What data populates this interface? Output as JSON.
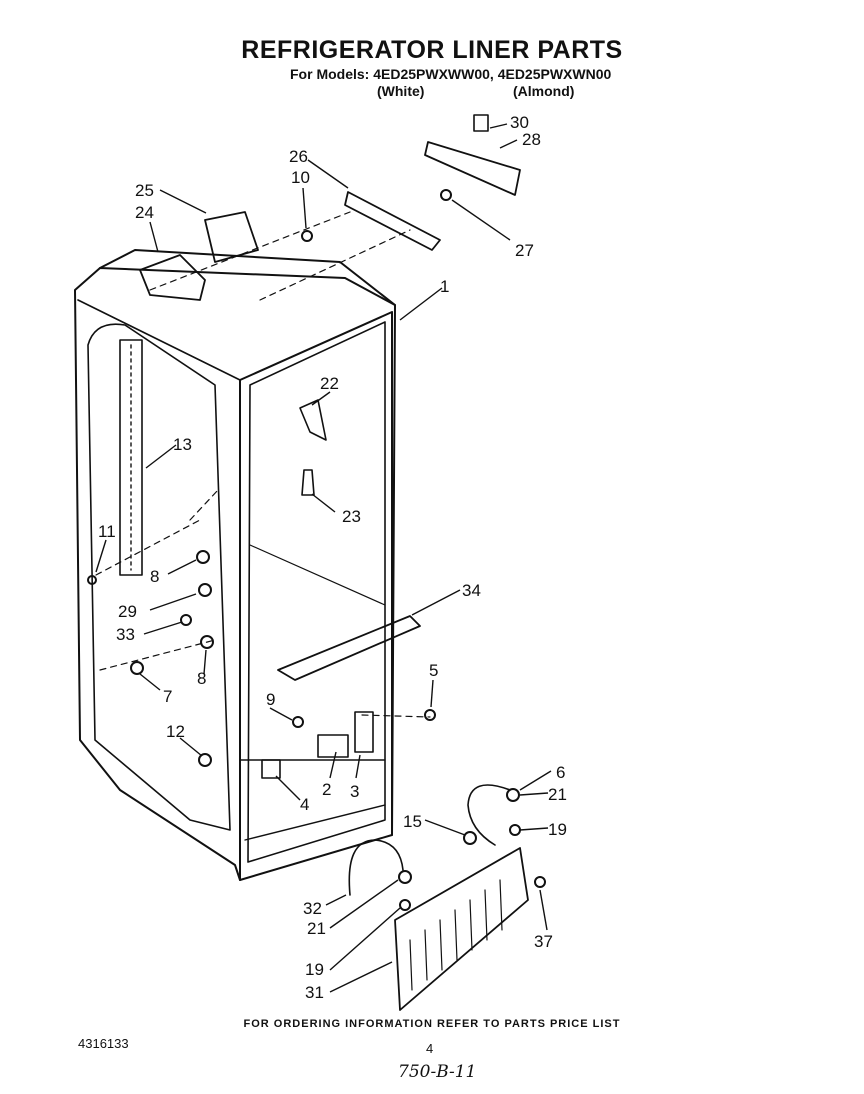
{
  "title": "REFRIGERATOR LINER PARTS",
  "models_line": "For Models: 4ED25PWXWW00, 4ED25PWXWN00",
  "variant_white": "(White)",
  "variant_almond": "(Almond)",
  "callouts": [
    "30",
    "28",
    "26",
    "10",
    "25",
    "24",
    "27",
    "1",
    "22",
    "13",
    "23",
    "11",
    "8",
    "29",
    "33",
    "34",
    "8",
    "7",
    "5",
    "9",
    "12",
    "2",
    "3",
    "4",
    "6",
    "21",
    "15",
    "19",
    "32",
    "21",
    "37",
    "19",
    "31"
  ],
  "footer_note": "FOR ORDERING INFORMATION REFER TO PARTS PRICE LIST",
  "part_number": "4316133",
  "page_number": "4",
  "handwritten_note": "750-B-11"
}
